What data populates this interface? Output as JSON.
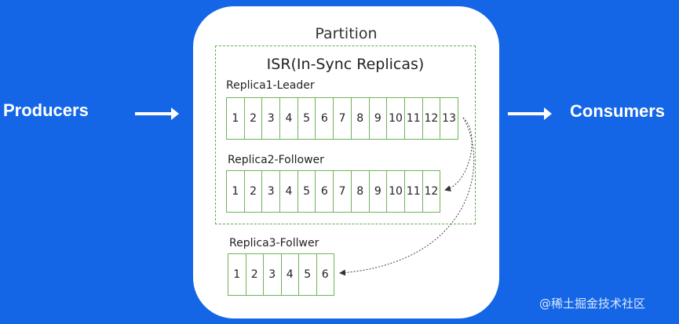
{
  "diagram": {
    "producers_label": "Producers",
    "consumers_label": "Consumers",
    "partition_title": "Partition",
    "isr_title": "ISR(In-Sync Replicas)",
    "replicas": [
      {
        "label": "Replica1-Leader",
        "offsets": [
          "1",
          "2",
          "3",
          "4",
          "5",
          "6",
          "7",
          "8",
          "9",
          "10",
          "11",
          "12",
          "13"
        ]
      },
      {
        "label": "Replica2-Follower",
        "offsets": [
          "1",
          "2",
          "3",
          "4",
          "5",
          "6",
          "7",
          "8",
          "9",
          "10",
          "11",
          "12"
        ]
      },
      {
        "label": "Replica3-Follwer",
        "offsets": [
          "1",
          "2",
          "3",
          "4",
          "5",
          "6"
        ]
      }
    ]
  },
  "watermark": "@稀土掘金技术社区",
  "colors": {
    "background": "#1466e6",
    "partition_fill": "#ffffff",
    "cell_border": "#6fb35a",
    "isr_border": "#5cae4d"
  }
}
